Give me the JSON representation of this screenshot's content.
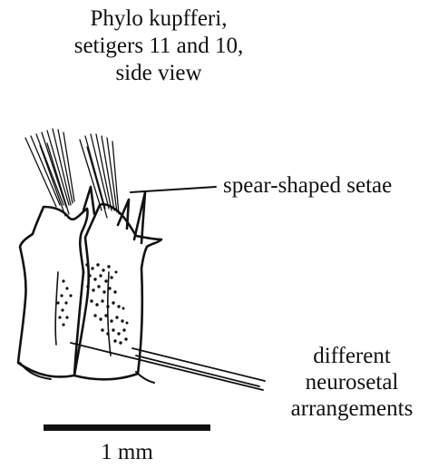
{
  "title": {
    "line1": "Phylo kupfferi,",
    "line2": "setigers 11 and 10,",
    "line3": "side view"
  },
  "labels": {
    "spear": "spear-shaped setae",
    "neuro_line1": "different",
    "neuro_line2": "neurosetal",
    "neuro_line3": "arrangements",
    "scale": "1 mm"
  },
  "colors": {
    "ink": "#111111",
    "background": "#ffffff"
  }
}
